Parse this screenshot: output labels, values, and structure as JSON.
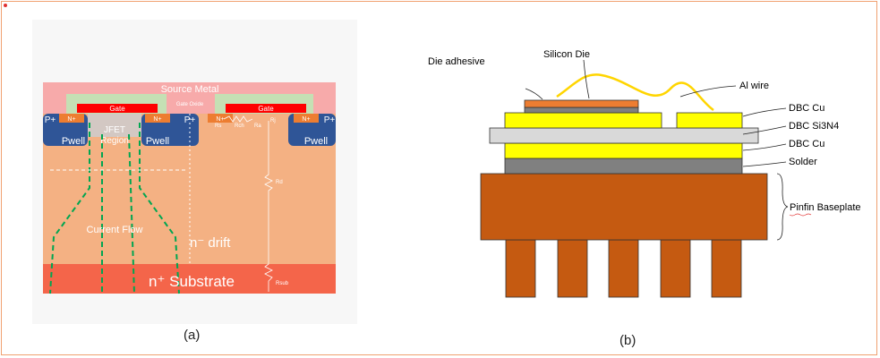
{
  "panel_a": {
    "caption": "(a)",
    "source_metal": "Source Metal",
    "gate_left": "Gate",
    "gate_right": "Gate",
    "gate_oxide": "Gate Oxide",
    "p_plus": [
      "P+",
      "P+",
      "P+"
    ],
    "n_plus": [
      "N+",
      "N+",
      "N+",
      "N+"
    ],
    "pwell": [
      "Pwell",
      "Pwell",
      "Pwell"
    ],
    "jfet": [
      "JFET",
      "Region"
    ],
    "current_flow": "Current Flow",
    "drift_label": "n⁻ drift",
    "substrate_label": "n⁺ Substrate",
    "resistors": [
      "Rs",
      "Rch",
      "Ra",
      "Rj",
      "Rd",
      "Rsub"
    ]
  },
  "panel_b": {
    "caption": "(b)",
    "labels": {
      "die_adhesive": "Die adhesive",
      "silicon_die": "Silicon Die",
      "al_wire": "Al wire",
      "dbc_cu_top": "DBC Cu",
      "dbc_si3n4": "DBC Si3N4",
      "dbc_cu_bottom": "DBC Cu",
      "solder": "Solder",
      "pinfin_baseplate": "Pinfin Baseplate"
    },
    "colors": {
      "baseplate": "#c55a11",
      "dbc_cu": "#ffff00",
      "si3n4": "#d9d9d9",
      "solder": "#808080",
      "die": "#ed7d31"
    }
  }
}
